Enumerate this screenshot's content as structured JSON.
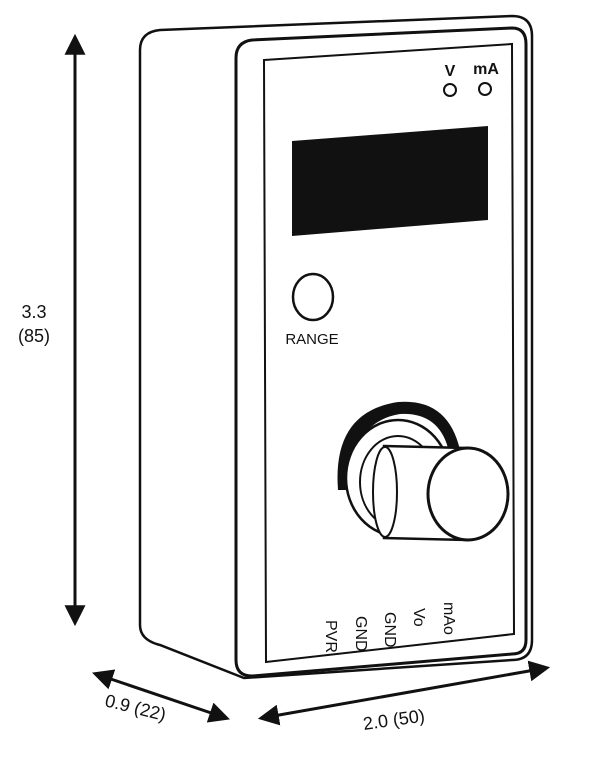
{
  "dimensions": {
    "height": {
      "value": "3.3",
      "metric": "(85)"
    },
    "depth": {
      "label": "0.9 (22)"
    },
    "width": {
      "label": "2.0 (50)"
    }
  },
  "indicators": {
    "voltage_label": "V",
    "current_label": "mA"
  },
  "button": {
    "label": "RANGE"
  },
  "terminals": [
    "PVR",
    "GND",
    "GND",
    "Vo",
    "mAo"
  ],
  "colors": {
    "line": "#111111",
    "display": "#111111",
    "background": "#ffffff"
  }
}
